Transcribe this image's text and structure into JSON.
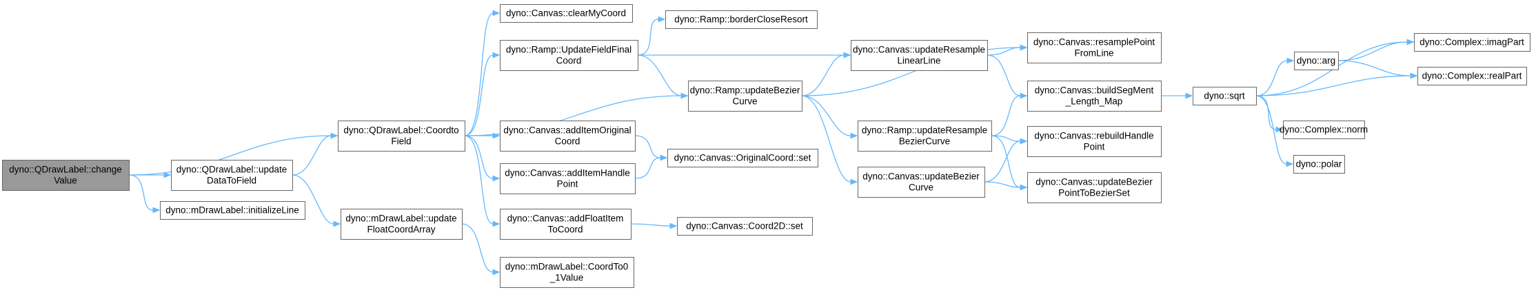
{
  "colors": {
    "node_fill": "#ffffff",
    "root_fill": "#999999",
    "node_border": "#666666",
    "edge": "#63b8ff",
    "text": "#000000"
  },
  "nodes": [
    {
      "id": "root",
      "lines": [
        "dyno::QDrawLabel::change",
        "Value"
      ],
      "root": true
    },
    {
      "id": "qupdate",
      "lines": [
        "dyno::QDrawLabel::update",
        "DataToField"
      ]
    },
    {
      "id": "initline",
      "lines": [
        "dyno::mDrawLabel::initializeLine"
      ]
    },
    {
      "id": "coordtofield",
      "lines": [
        "dyno::QDrawLabel::Coordto",
        "Field"
      ]
    },
    {
      "id": "mupdatefloat",
      "lines": [
        "dyno::mDrawLabel::update",
        "FloatCoordArray"
      ]
    },
    {
      "id": "clearmycoord",
      "lines": [
        "dyno::Canvas::clearMyCoord"
      ]
    },
    {
      "id": "updatefieldfinal",
      "lines": [
        "dyno::Ramp::UpdateFieldFinal",
        "Coord"
      ]
    },
    {
      "id": "additemoriginal",
      "lines": [
        "dyno::Canvas::addItemOriginal",
        "Coord"
      ]
    },
    {
      "id": "additemhandle",
      "lines": [
        "dyno::Canvas::addItemHandle",
        "Point"
      ]
    },
    {
      "id": "addfloatitem",
      "lines": [
        "dyno::Canvas::addFloatItem",
        "ToCoord"
      ]
    },
    {
      "id": "coordto01",
      "lines": [
        "dyno::mDrawLabel::CoordTo0",
        "_1Value"
      ]
    },
    {
      "id": "borderclose",
      "lines": [
        "dyno::Ramp::borderCloseResort"
      ]
    },
    {
      "id": "rampupdatebezier",
      "lines": [
        "dyno::Ramp::updateBezier",
        "Curve"
      ]
    },
    {
      "id": "originalcoordset",
      "lines": [
        "dyno::Canvas::OriginalCoord::set"
      ]
    },
    {
      "id": "coord2dset",
      "lines": [
        "dyno::Canvas::Coord2D::set"
      ]
    },
    {
      "id": "updateresamplelinear",
      "lines": [
        "dyno::Canvas::updateResample",
        "LinearLine"
      ]
    },
    {
      "id": "rampupdateresamplebezier",
      "lines": [
        "dyno::Ramp::updateResample",
        "BezierCurve"
      ]
    },
    {
      "id": "canvasupdatebezier",
      "lines": [
        "dyno::Canvas::updateBezier",
        "Curve"
      ]
    },
    {
      "id": "resamplepoint",
      "lines": [
        "dyno::Canvas::resamplePoint",
        "FromLine"
      ]
    },
    {
      "id": "buildsegment",
      "lines": [
        "dyno::Canvas::buildSegMent",
        "_Length_Map"
      ]
    },
    {
      "id": "rebuildhandle",
      "lines": [
        "dyno::Canvas::rebuildHandle",
        "Point"
      ]
    },
    {
      "id": "updatebezierpoint",
      "lines": [
        "dyno::Canvas::updateBezier",
        "PointToBezierSet"
      ]
    },
    {
      "id": "sqrt",
      "lines": [
        "dyno::sqrt"
      ]
    },
    {
      "id": "arg",
      "lines": [
        "dyno::arg"
      ]
    },
    {
      "id": "norm",
      "lines": [
        "dyno::Complex::norm"
      ]
    },
    {
      "id": "polar",
      "lines": [
        "dyno::polar"
      ]
    },
    {
      "id": "imagpart",
      "lines": [
        "dyno::Complex::imagPart"
      ]
    },
    {
      "id": "realpart",
      "lines": [
        "dyno::Complex::realPart"
      ]
    }
  ],
  "edges": [
    [
      "root",
      "coordtofield"
    ],
    [
      "root",
      "qupdate"
    ],
    [
      "root",
      "initline"
    ],
    [
      "qupdate",
      "coordtofield"
    ],
    [
      "qupdate",
      "mupdatefloat"
    ],
    [
      "coordtofield",
      "clearmycoord"
    ],
    [
      "coordtofield",
      "updatefieldfinal"
    ],
    [
      "coordtofield",
      "rampupdatebezier"
    ],
    [
      "coordtofield",
      "additemoriginal"
    ],
    [
      "coordtofield",
      "additemhandle"
    ],
    [
      "coordtofield",
      "addfloatitem"
    ],
    [
      "mupdatefloat",
      "coordto01"
    ],
    [
      "updatefieldfinal",
      "borderclose"
    ],
    [
      "updatefieldfinal",
      "updateresamplelinear"
    ],
    [
      "updatefieldfinal",
      "rampupdatebezier"
    ],
    [
      "additemoriginal",
      "originalcoordset"
    ],
    [
      "additemhandle",
      "originalcoordset"
    ],
    [
      "addfloatitem",
      "coord2dset"
    ],
    [
      "rampupdatebezier",
      "updateresamplelinear"
    ],
    [
      "rampupdatebezier",
      "resamplepoint"
    ],
    [
      "rampupdatebezier",
      "rampupdateresamplebezier"
    ],
    [
      "rampupdatebezier",
      "canvasupdatebezier"
    ],
    [
      "updateresamplelinear",
      "resamplepoint"
    ],
    [
      "updateresamplelinear",
      "buildsegment"
    ],
    [
      "rampupdateresamplebezier",
      "buildsegment"
    ],
    [
      "rampupdateresamplebezier",
      "rebuildhandle"
    ],
    [
      "rampupdateresamplebezier",
      "updatebezierpoint"
    ],
    [
      "canvasupdatebezier",
      "rebuildhandle"
    ],
    [
      "canvasupdatebezier",
      "updatebezierpoint"
    ],
    [
      "buildsegment",
      "sqrt"
    ],
    [
      "sqrt",
      "imagpart"
    ],
    [
      "sqrt",
      "arg"
    ],
    [
      "sqrt",
      "realpart"
    ],
    [
      "sqrt",
      "norm"
    ],
    [
      "sqrt",
      "polar"
    ],
    [
      "arg",
      "imagpart"
    ],
    [
      "arg",
      "realpart"
    ]
  ]
}
